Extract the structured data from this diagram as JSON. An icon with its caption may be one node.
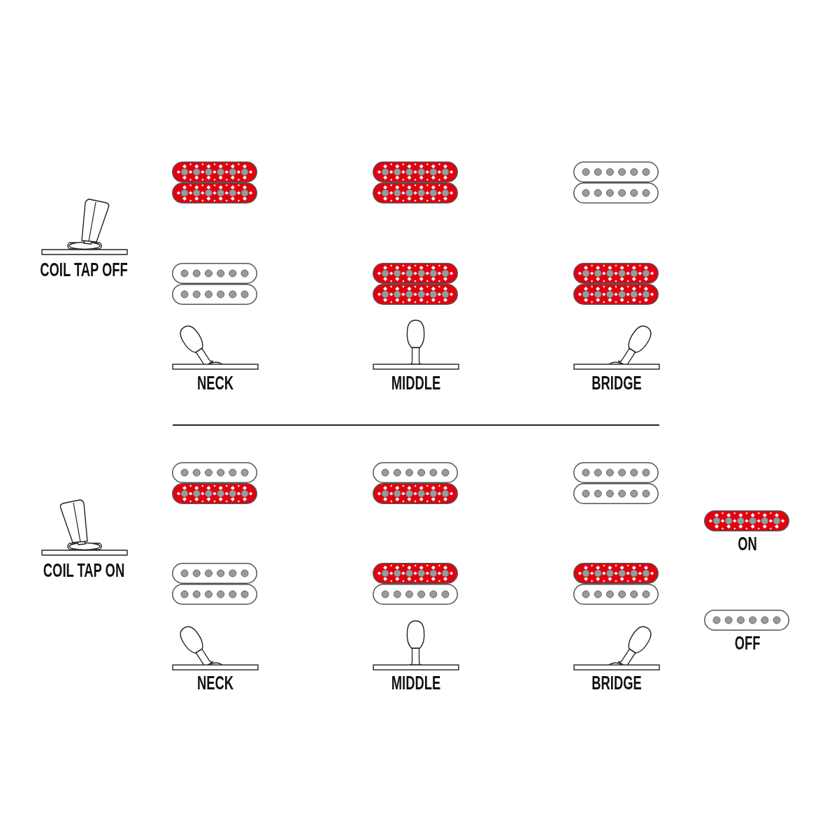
{
  "diagram": {
    "labels": [
      "COIL TAP OFF",
      "NECK",
      "MIDDLE",
      "BRIDGE",
      "COIL TAP ON",
      "NECK",
      "MIDDLE",
      "BRIDGE"
    ],
    "legend": [
      {
        "text": "ON"
      },
      {
        "text": "OFF"
      }
    ]
  }
}
